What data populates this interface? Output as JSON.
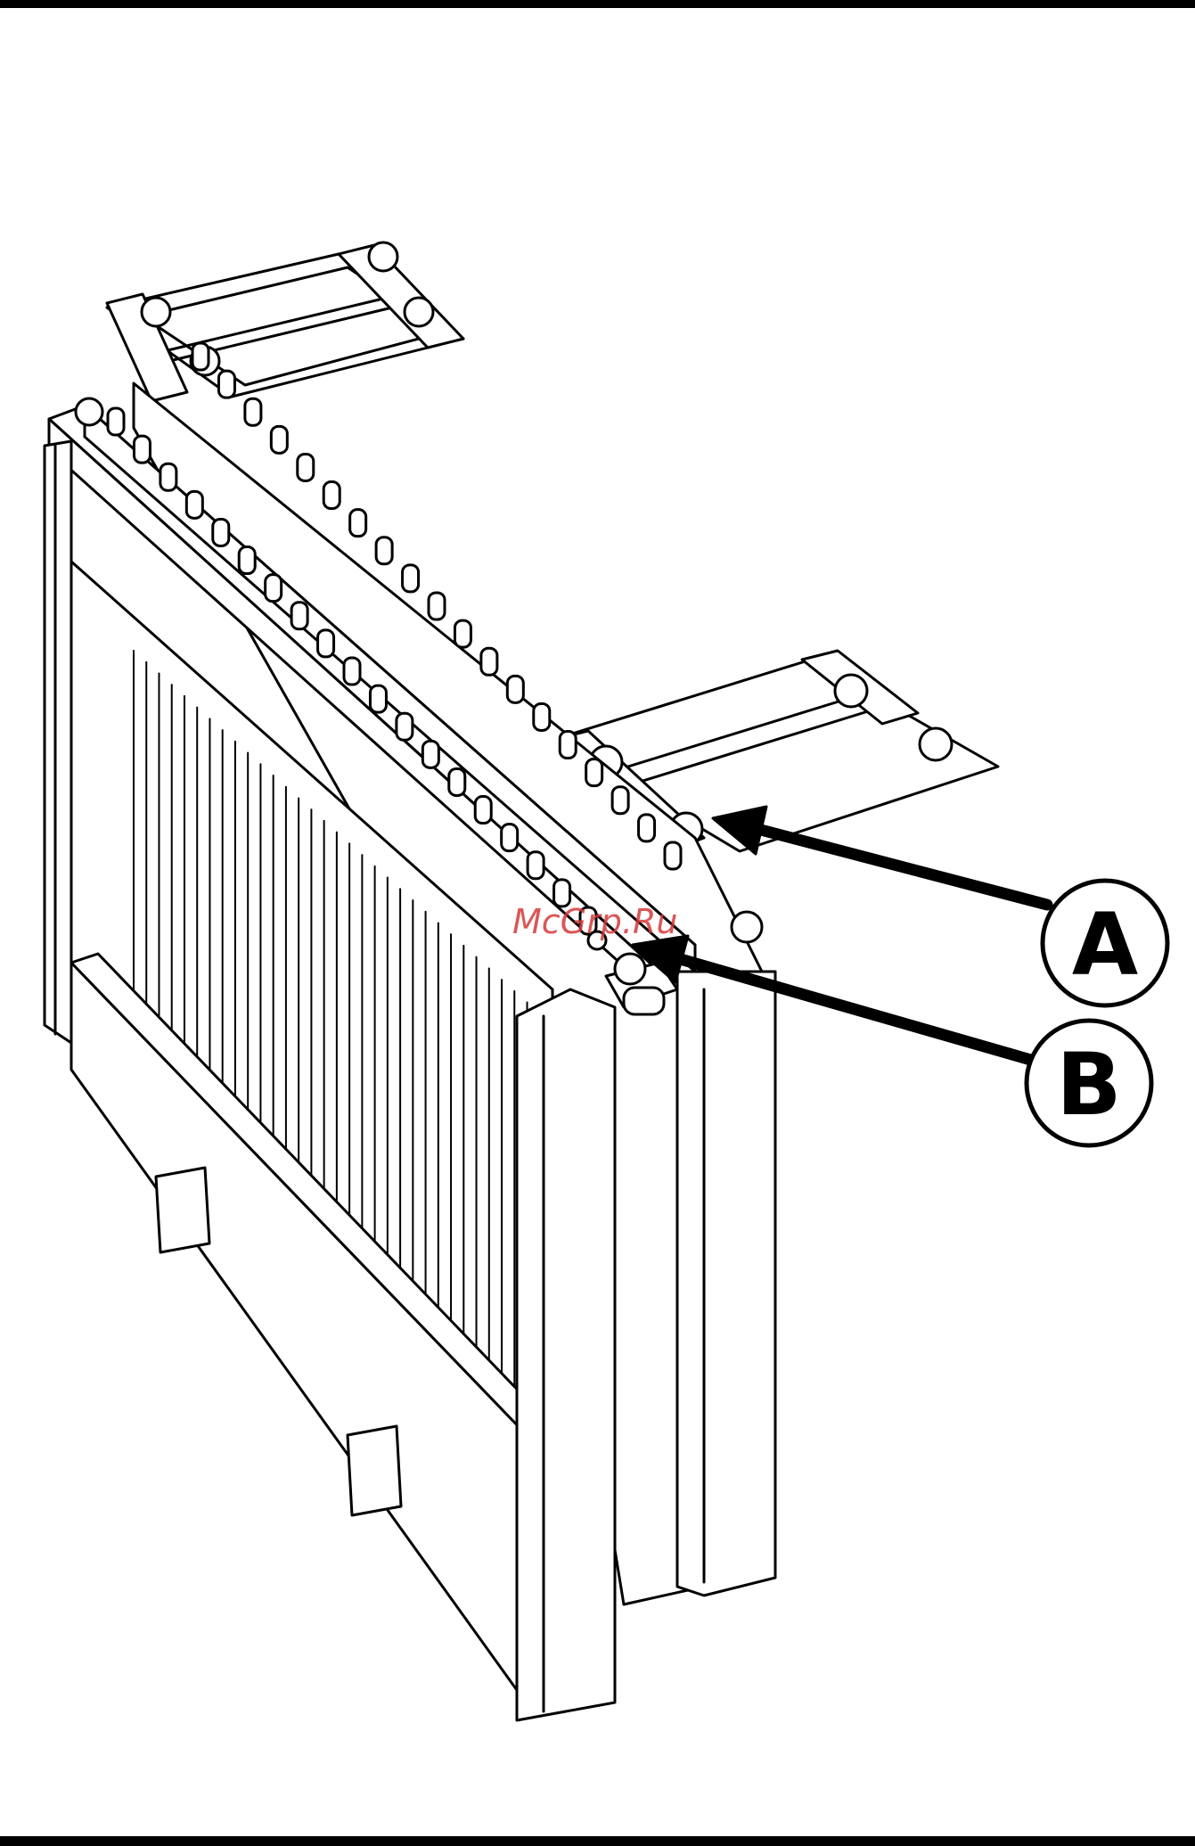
{
  "callouts": {
    "a": {
      "label": "A"
    },
    "b": {
      "label": "B"
    }
  },
  "watermark": {
    "text": "McGrp.Ru"
  },
  "colors": {
    "line": "#000000",
    "background": "#ffffff",
    "watermark": "#d43a3a"
  }
}
